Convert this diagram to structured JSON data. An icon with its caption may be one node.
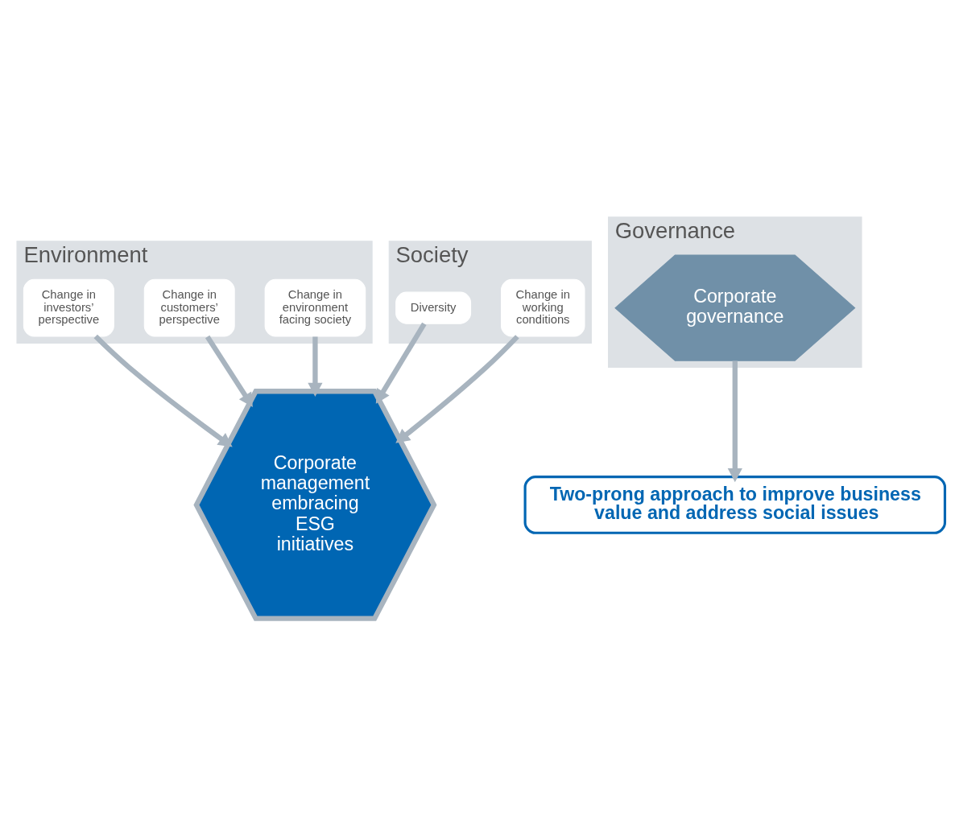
{
  "diagram": {
    "nodes": [
      {
        "text": [
          "Environment"
        ]
      },
      {
        "text": [
          "Change in environment facing society"
        ],
        "in": 0
      },
      {
        "text": [
          "Change in customers’ perspective"
        ],
        "in": 0
      },
      {
        "text": [
          "Change in investors’ perspective"
        ],
        "in": 0
      },
      {
        "text": [
          "Society"
        ]
      },
      {
        "text": [
          "Change in working conditions"
        ],
        "in": 4
      },
      {
        "text": [
          "Diversity"
        ],
        "in": 4
      },
      {
        "text": [
          "Corporate management embracing ESG initiatives"
        ]
      },
      {
        "text": [
          "Governance"
        ]
      },
      {
        "text": [
          "Corporate governance"
        ],
        "in": 8
      },
      {
        "text": [
          "Two-prong approach to improve business value and address social issues"
        ]
      }
    ],
    "edges": [
      {
        "from": 2,
        "to": 7,
        "arrow": "to"
      },
      {
        "from": 1,
        "to": 7,
        "arrow": "to"
      },
      {
        "from": 3,
        "to": 7,
        "arrow": "to"
      },
      {
        "from": 5,
        "to": 7,
        "arrow": "to"
      },
      {
        "from": 6,
        "to": 7,
        "arrow": "to"
      },
      {
        "from": 9,
        "to": 10,
        "arrow": "to"
      }
    ]
  }
}
